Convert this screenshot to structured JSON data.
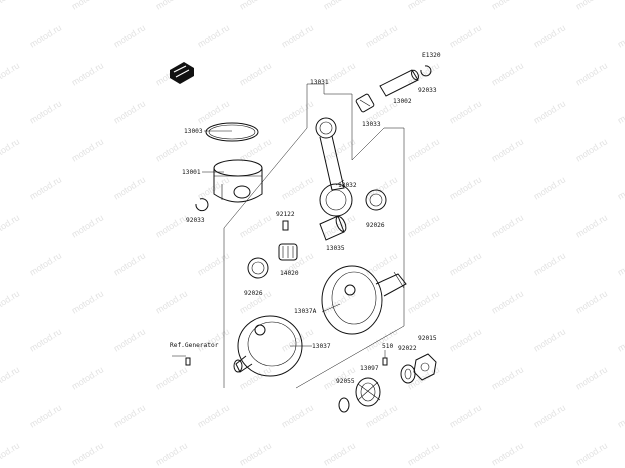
{
  "watermark": "motod.ru",
  "diagram_code": "E1320",
  "callouts": {
    "c13031": "13031",
    "c13033": "13033",
    "c13002": "13002",
    "c92033a": "92033",
    "c13003": "13003",
    "c13001": "13001",
    "c92033b": "92033",
    "c13032": "13032",
    "c92122": "92122",
    "c92026a": "92026",
    "c13035": "13035",
    "c14020": "14020",
    "c92026b": "92026",
    "c13037A": "13037A",
    "c13037": "13037",
    "c510": "510",
    "c92015": "92015",
    "c92022": "92022",
    "c13097": "13097",
    "c92055": "92055"
  },
  "ref_generator": "Ref.Generator"
}
